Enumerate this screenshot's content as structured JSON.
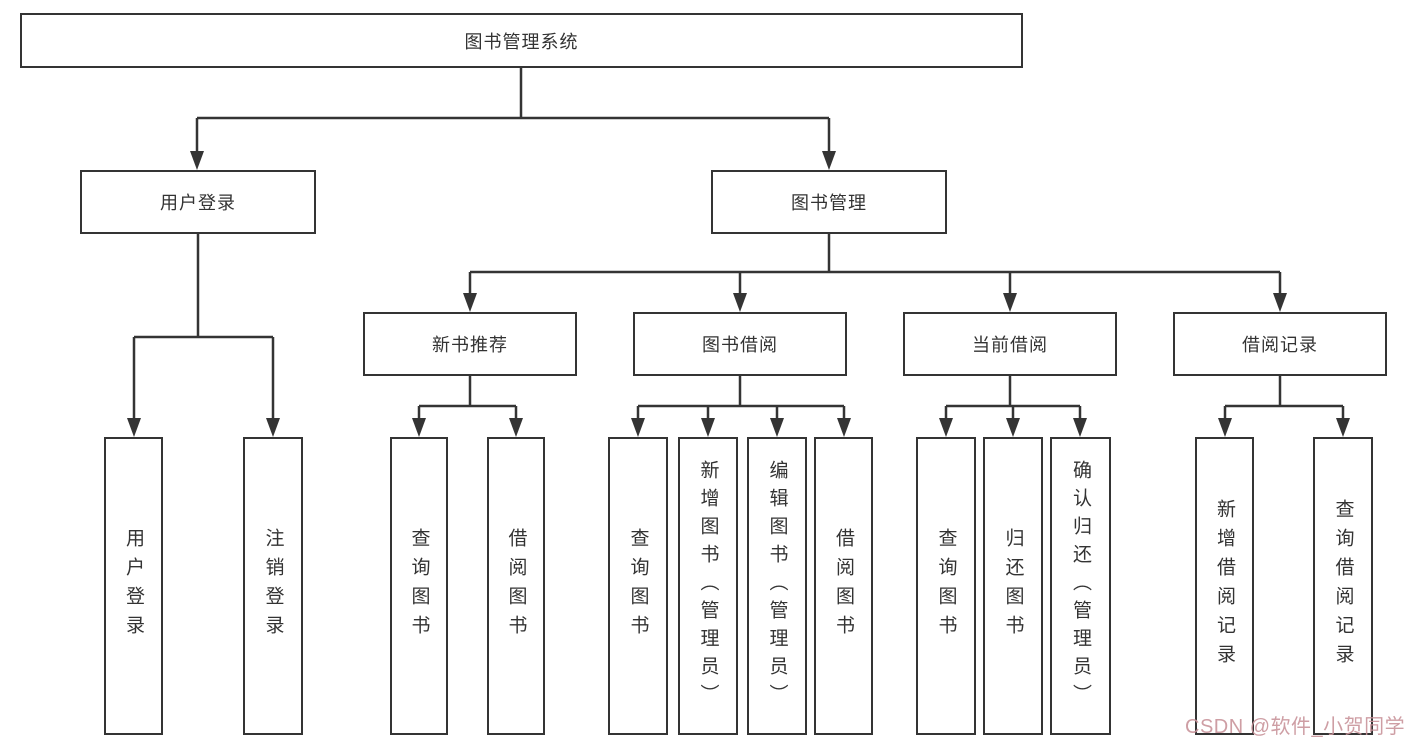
{
  "colors": {
    "line": "#343434",
    "box_border": "#343434",
    "text": "#333333",
    "background": "#ffffff",
    "watermark": "#c9949b"
  },
  "watermark": {
    "text": "CSDN @软件_小贺同学"
  },
  "tree": {
    "root": {
      "label": "图书管理系统"
    },
    "branches": [
      {
        "label": "用户登录",
        "children": [
          {
            "label": "用户登录"
          },
          {
            "label": "注销登录"
          }
        ]
      },
      {
        "label": "图书管理",
        "groups": [
          {
            "label": "新书推荐",
            "children": [
              {
                "label": "查询图书"
              },
              {
                "label": "借阅图书"
              }
            ]
          },
          {
            "label": "图书借阅",
            "children": [
              {
                "label": "查询图书"
              },
              {
                "label": "新增图书（管理员）"
              },
              {
                "label": "编辑图书（管理员）"
              },
              {
                "label": "借阅图书"
              }
            ]
          },
          {
            "label": "当前借阅",
            "children": [
              {
                "label": "查询图书"
              },
              {
                "label": "归还图书"
              },
              {
                "label": "确认归还（管理员）"
              }
            ]
          },
          {
            "label": "借阅记录",
            "children": [
              {
                "label": "新增借阅记录"
              },
              {
                "label": "查询借阅记录"
              }
            ]
          }
        ]
      }
    ]
  }
}
